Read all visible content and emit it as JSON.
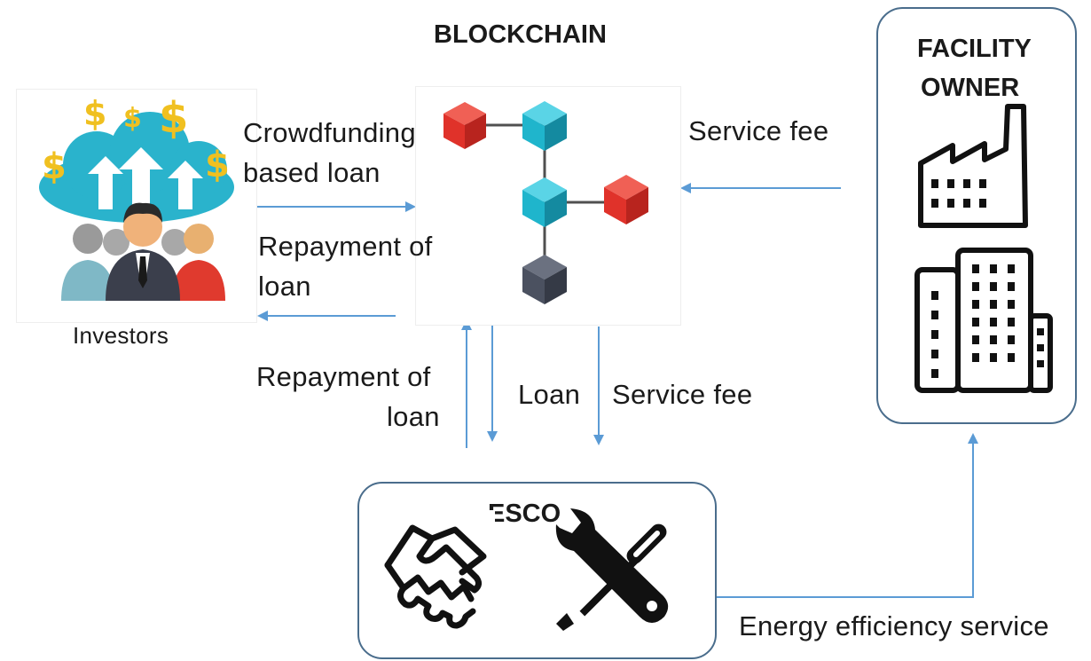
{
  "diagram": {
    "blockchain_title": "BLOCKCHAIN",
    "facility_owner_title_line1": "FACILITY",
    "facility_owner_title_line2": "OWNER",
    "esco_title": "ESCO",
    "investors_label": "Investors",
    "edges": {
      "crowdfunding_line1": "Crowdfunding",
      "crowdfunding_line2": "based loan",
      "repayment_top_line1": "Repayment  of",
      "repayment_top_line2": "loan",
      "service_fee_top": "Service  fee",
      "repayment_bottom_line1": "Repayment  of",
      "repayment_bottom_line2": "loan",
      "loan": "Loan",
      "service_fee_bottom": "Service  fee",
      "energy_efficiency": "Energy  efficiency  service"
    },
    "colors": {
      "arrow": "#5b9bd5",
      "box_border": "#4a6d8c",
      "cube_red": "#e0322a",
      "cube_teal": "#1fb5cc",
      "cube_dark": "#4b5160",
      "icon_black": "#111111"
    },
    "icons": [
      "investors-icon",
      "blockchain-network-icon",
      "factory-icon",
      "office-building-icon",
      "handshake-icon",
      "wrench-screwdriver-icon"
    ]
  }
}
